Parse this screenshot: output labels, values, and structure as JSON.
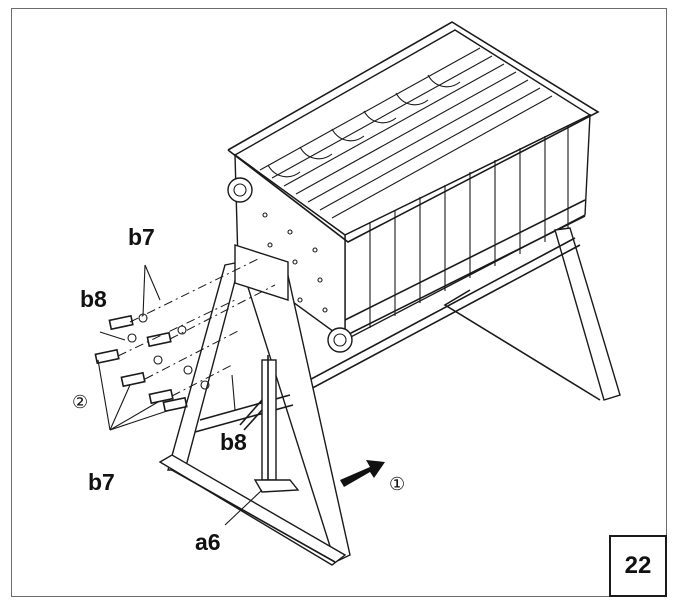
{
  "page_number": "22",
  "labels": {
    "b7_top": "b7",
    "b8_left": "b8",
    "step2": "②",
    "b7_bottom": "b7",
    "b8_center": "b8",
    "step1": "①",
    "a6": "a6"
  }
}
